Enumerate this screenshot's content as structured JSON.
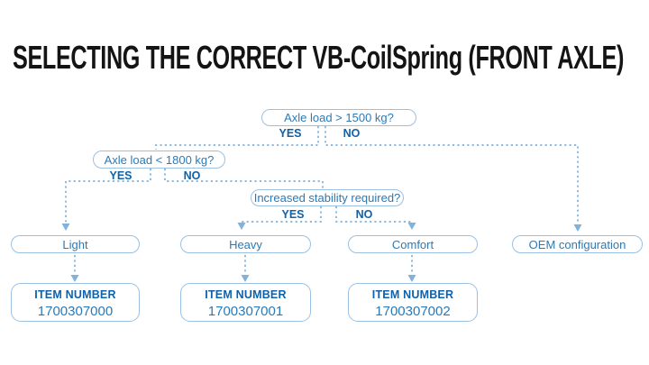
{
  "title": "SELECTING THE CORRECT VB-CoilSpring (FRONT AXLE)",
  "colors": {
    "title_color": "#141414",
    "box_border_blue": "#9bc0e2",
    "dashed_line_blue": "#7fb2dc",
    "text_blue": "#2a7ab8",
    "bold_text_blue": "#0e61ab",
    "background": "#ffffff"
  },
  "flowchart": {
    "decisions": [
      {
        "question": "Axle load > 1500 kg?",
        "yes_label": "YES",
        "no_label": "NO"
      },
      {
        "question": "Axle load < 1800 kg?",
        "yes_label": "YES",
        "no_label": "NO"
      },
      {
        "question": "Increased stability required?",
        "yes_label": "YES",
        "no_label": "NO"
      }
    ],
    "outcomes": [
      {
        "label": "Light",
        "item_label": "ITEM NUMBER",
        "item_number": "1700307000"
      },
      {
        "label": "Heavy",
        "item_label": "ITEM NUMBER",
        "item_number": "1700307001"
      },
      {
        "label": "Comfort",
        "item_label": "ITEM NUMBER",
        "item_number": "1700307002"
      },
      {
        "label": "OEM configuration"
      }
    ]
  }
}
